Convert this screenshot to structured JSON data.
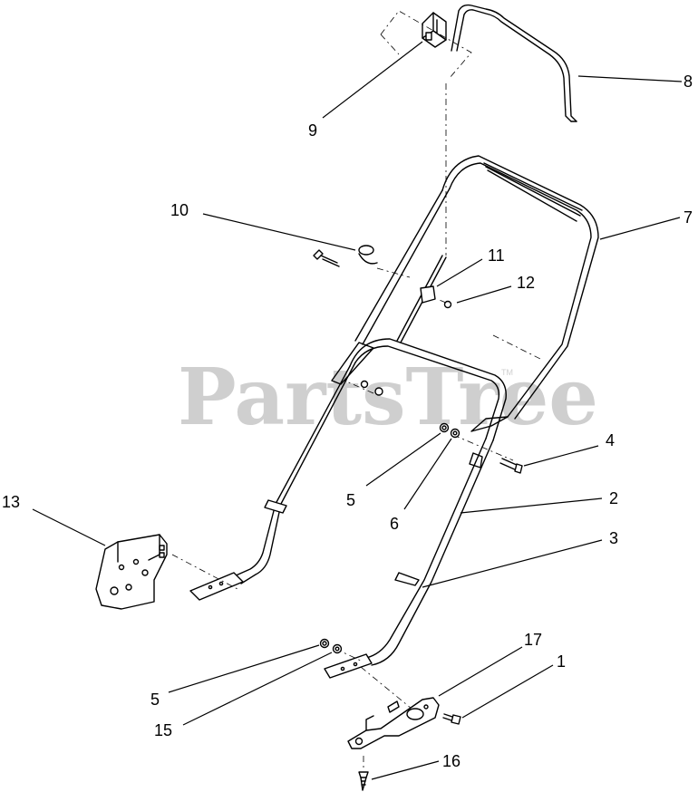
{
  "watermark": {
    "text": "PartsTree",
    "tm": "TM"
  },
  "callouts": [
    {
      "id": "c1",
      "label": "1"
    },
    {
      "id": "c2",
      "label": "2"
    },
    {
      "id": "c3",
      "label": "3"
    },
    {
      "id": "c4",
      "label": "4"
    },
    {
      "id": "c5a",
      "label": "5"
    },
    {
      "id": "c5b",
      "label": "5"
    },
    {
      "id": "c6",
      "label": "6"
    },
    {
      "id": "c7",
      "label": "7"
    },
    {
      "id": "c8",
      "label": "8"
    },
    {
      "id": "c9",
      "label": "9"
    },
    {
      "id": "c10",
      "label": "10"
    },
    {
      "id": "c11",
      "label": "11"
    },
    {
      "id": "c12",
      "label": "12"
    },
    {
      "id": "c13",
      "label": "13"
    },
    {
      "id": "c15",
      "label": "15"
    },
    {
      "id": "c16",
      "label": "16"
    },
    {
      "id": "c17",
      "label": "17"
    }
  ]
}
